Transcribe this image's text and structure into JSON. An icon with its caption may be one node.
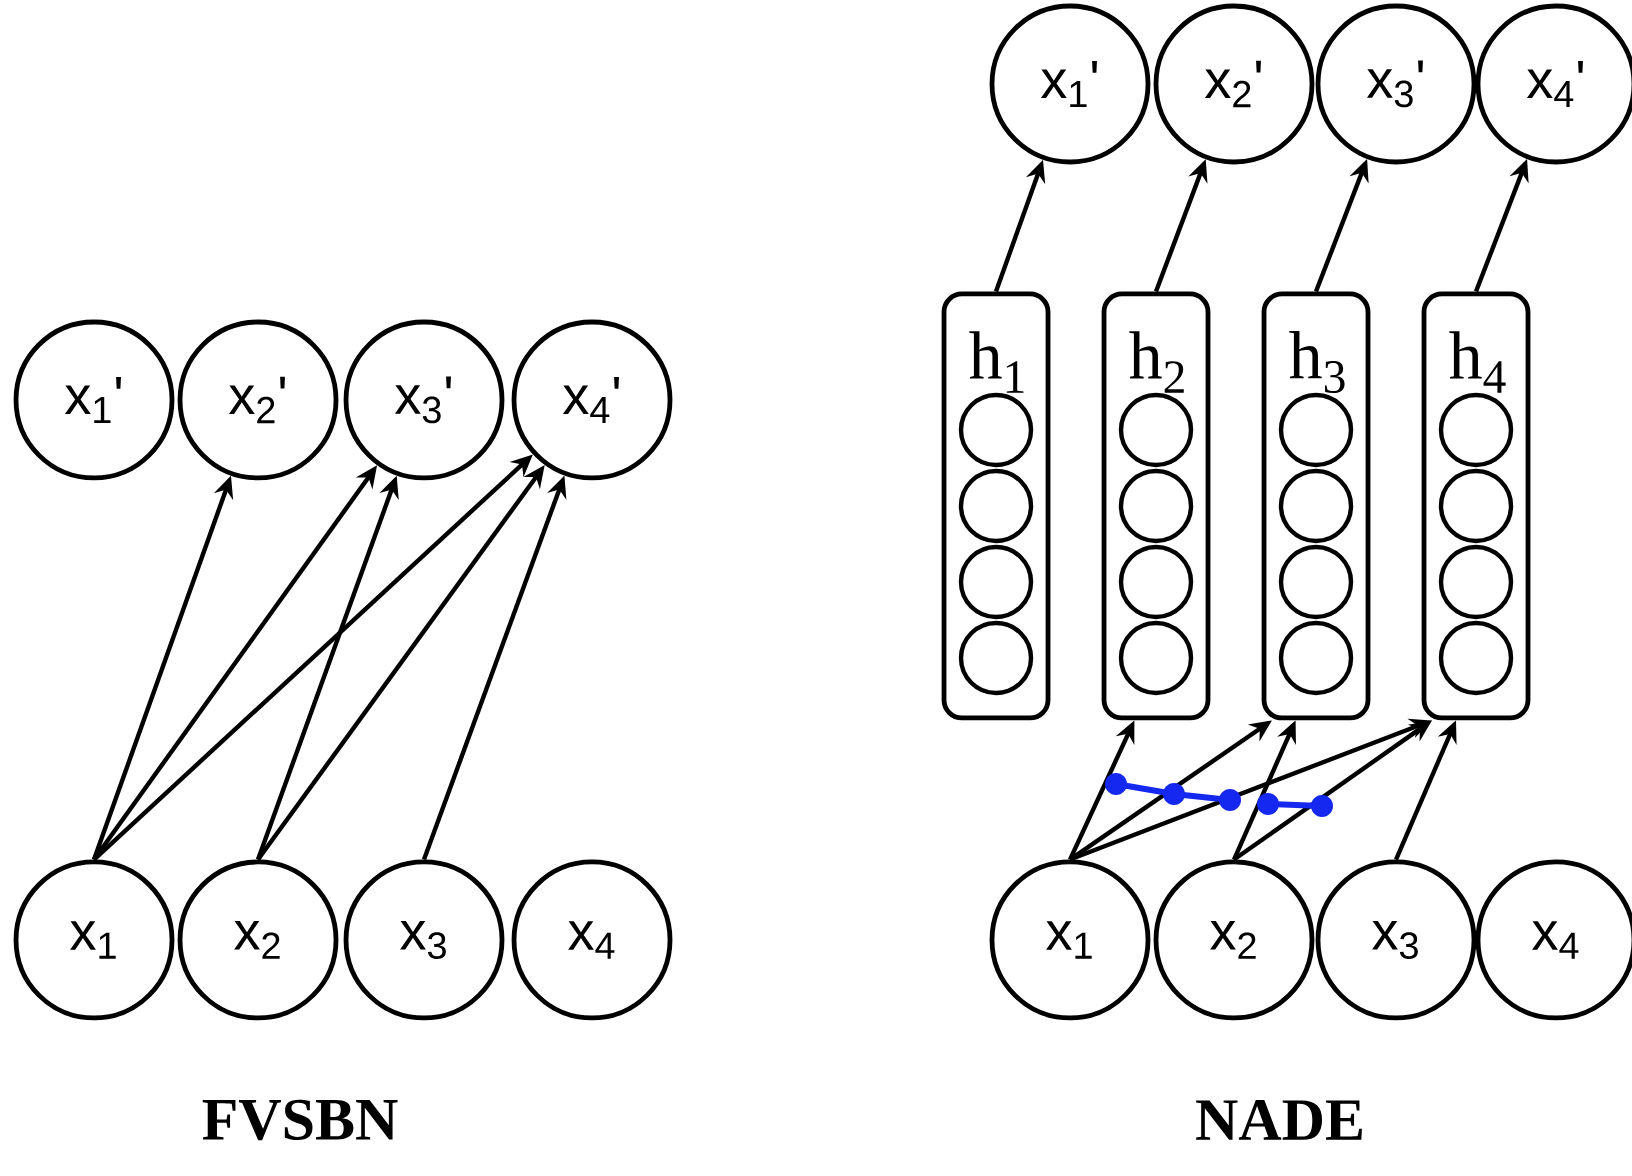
{
  "diagram": {
    "nodes": [
      {
        "text": [
          "x$_{1}$'"
        ]
      },
      {
        "text": [
          "x$_{2}$'"
        ]
      },
      {
        "text": [
          "x$_{3}$'"
        ]
      },
      {
        "text": [
          "x$_{4}$'"
        ]
      },
      {
        "text": [
          "x$_{1}$"
        ]
      },
      {
        "text": [
          "x$_{2}$"
        ]
      },
      {
        "text": [
          "x$_{3}$"
        ]
      },
      {
        "text": [
          "x$_{4}$"
        ]
      },
      {
        "text": [
          "x$_{1}$'"
        ]
      },
      {
        "text": [
          "x$_{2}$'"
        ]
      },
      {
        "text": [
          "x$_{3}$'"
        ]
      },
      {
        "text": [
          "x$_{4}$'"
        ]
      },
      {
        "text": [
          "h$_{1}$"
        ]
      },
      {
        "text": [
          "h$_{2}$"
        ]
      },
      {
        "text": [
          "h$_{3}$"
        ]
      },
      {
        "text": [
          "h$_{4}$"
        ]
      },
      {
        "text": [],
        "shape": "circle",
        "in": 12
      },
      {
        "text": [],
        "shape": "circle",
        "in": 12
      },
      {
        "text": [],
        "shape": "circle",
        "in": 12
      },
      {
        "text": [],
        "shape": "circle",
        "in": 12
      },
      {
        "text": [],
        "shape": "circle",
        "in": 13
      },
      {
        "text": [],
        "shape": "circle",
        "in": 13
      },
      {
        "text": [],
        "shape": "circle",
        "in": 13
      },
      {
        "text": [],
        "shape": "circle",
        "in": 13
      },
      {
        "text": [],
        "shape": "circle",
        "in": 14
      },
      {
        "text": [],
        "shape": "circle",
        "in": 14
      },
      {
        "text": [],
        "shape": "circle",
        "in": 14
      },
      {
        "text": [],
        "shape": "circle",
        "in": 14
      },
      {
        "text": [],
        "shape": "circle",
        "in": 15
      },
      {
        "text": [],
        "shape": "circle",
        "in": 15
      },
      {
        "text": [],
        "shape": "circle",
        "in": 15
      },
      {
        "text": [],
        "shape": "circle",
        "in": 15
      },
      {
        "text": [
          "x$_{1}$"
        ]
      },
      {
        "text": [
          "x$_{2}$"
        ]
      },
      {
        "text": [
          "x$_{3}$"
        ]
      },
      {
        "text": [
          "x$_{4}$"
        ]
      }
    ],
    "edges": [
      {
        "from": 4,
        "to": 1,
        "arrow": "to"
      },
      {
        "from": 4,
        "to": 2,
        "arrow": "to"
      },
      {
        "from": 4,
        "to": 3,
        "arrow": "to"
      },
      {
        "from": 5,
        "to": 2,
        "arrow": "to"
      },
      {
        "from": 5,
        "to": 3,
        "arrow": "to"
      },
      {
        "from": 6,
        "to": 3,
        "arrow": "to"
      },
      {
        "from": 12,
        "to": 8,
        "arrow": "to"
      },
      {
        "from": 13,
        "to": 9,
        "arrow": "to"
      },
      {
        "from": 14,
        "to": 10,
        "arrow": "to"
      },
      {
        "from": 15,
        "to": 11,
        "arrow": "to"
      },
      {
        "from": 32,
        "to": 13,
        "arrow": "to"
      },
      {
        "from": 32,
        "to": 14,
        "arrow": "to"
      },
      {
        "from": 32,
        "to": 15,
        "arrow": "to"
      },
      {
        "from": 33,
        "to": 14,
        "arrow": "to"
      },
      {
        "from": 33,
        "to": 15,
        "arrow": "to"
      },
      {
        "from": 34,
        "to": 15,
        "arrow": "to"
      }
    ],
    "labels": [
      "FVSBN",
      "NADE"
    ]
  }
}
